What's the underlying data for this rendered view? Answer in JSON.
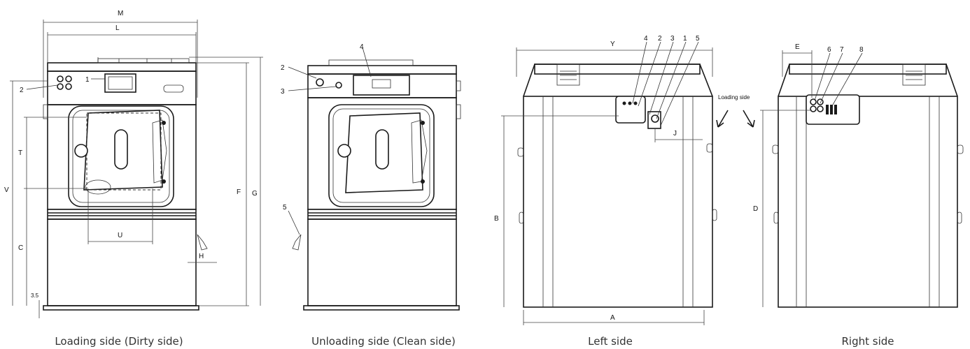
{
  "views": {
    "loading": {
      "caption": "Loading side (Dirty side)",
      "dims": {
        "M": "M",
        "L": "L",
        "V": "V",
        "T": "T",
        "C": "C",
        "U": "U",
        "F": "F",
        "G": "G",
        "H": "H",
        "s35": "3.5"
      },
      "callouts": {
        "c1": "1",
        "c2": "2"
      }
    },
    "unloading": {
      "caption": "Unloading side (Clean side)",
      "callouts": {
        "c2": "2",
        "c3": "3",
        "c4": "4",
        "c5": "5"
      }
    },
    "left": {
      "caption": "Left side",
      "dims": {
        "Y": "Y",
        "B": "B",
        "A": "A",
        "J": "J"
      },
      "callouts": {
        "c4": "4",
        "c2": "2",
        "c3": "3",
        "c1": "1",
        "c5": "5"
      }
    },
    "loading_side_note": "Loading side",
    "right": {
      "caption": "Right side",
      "dims": {
        "E": "E",
        "D": "D"
      },
      "callouts": {
        "c6": "6",
        "c7": "7",
        "c8": "8"
      }
    }
  }
}
